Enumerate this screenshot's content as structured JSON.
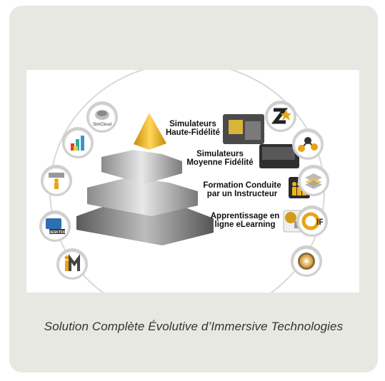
{
  "pyramid": {
    "layers": [
      {
        "line1": "Simulateurs",
        "line2": "Haute-Fidélité"
      },
      {
        "line1": "Simulateurs",
        "line2": "Moyenne Fidélité"
      },
      {
        "line1": "Formation Conduite",
        "line2": "par un Instructeur"
      },
      {
        "line1": "Apprentissage en",
        "line2": "ligne eLearning"
      }
    ]
  },
  "left_icons": [
    {
      "name": "simcloud-icon",
      "label": "SimCloud"
    },
    {
      "name": "bar-chart-icon"
    },
    {
      "name": "presenter-icon"
    },
    {
      "name": "desktop-icon",
      "label": "DESKTOP"
    },
    {
      "name": "im-logo-icon"
    }
  ],
  "right_icons": [
    {
      "name": "zk-logo-icon"
    },
    {
      "name": "network-nodes-icon"
    },
    {
      "name": "layers-stack-icon"
    },
    {
      "name": "cip-logo-icon",
      "label": "IP"
    },
    {
      "name": "rings-icon"
    }
  ],
  "caption": "Solution Complète Évolutive d’Immersive Technologies",
  "colors": {
    "card_bg": "#e6e8e1",
    "accent_gold": "#f2b41e",
    "pyramid_grey": "#a8a8a8"
  }
}
